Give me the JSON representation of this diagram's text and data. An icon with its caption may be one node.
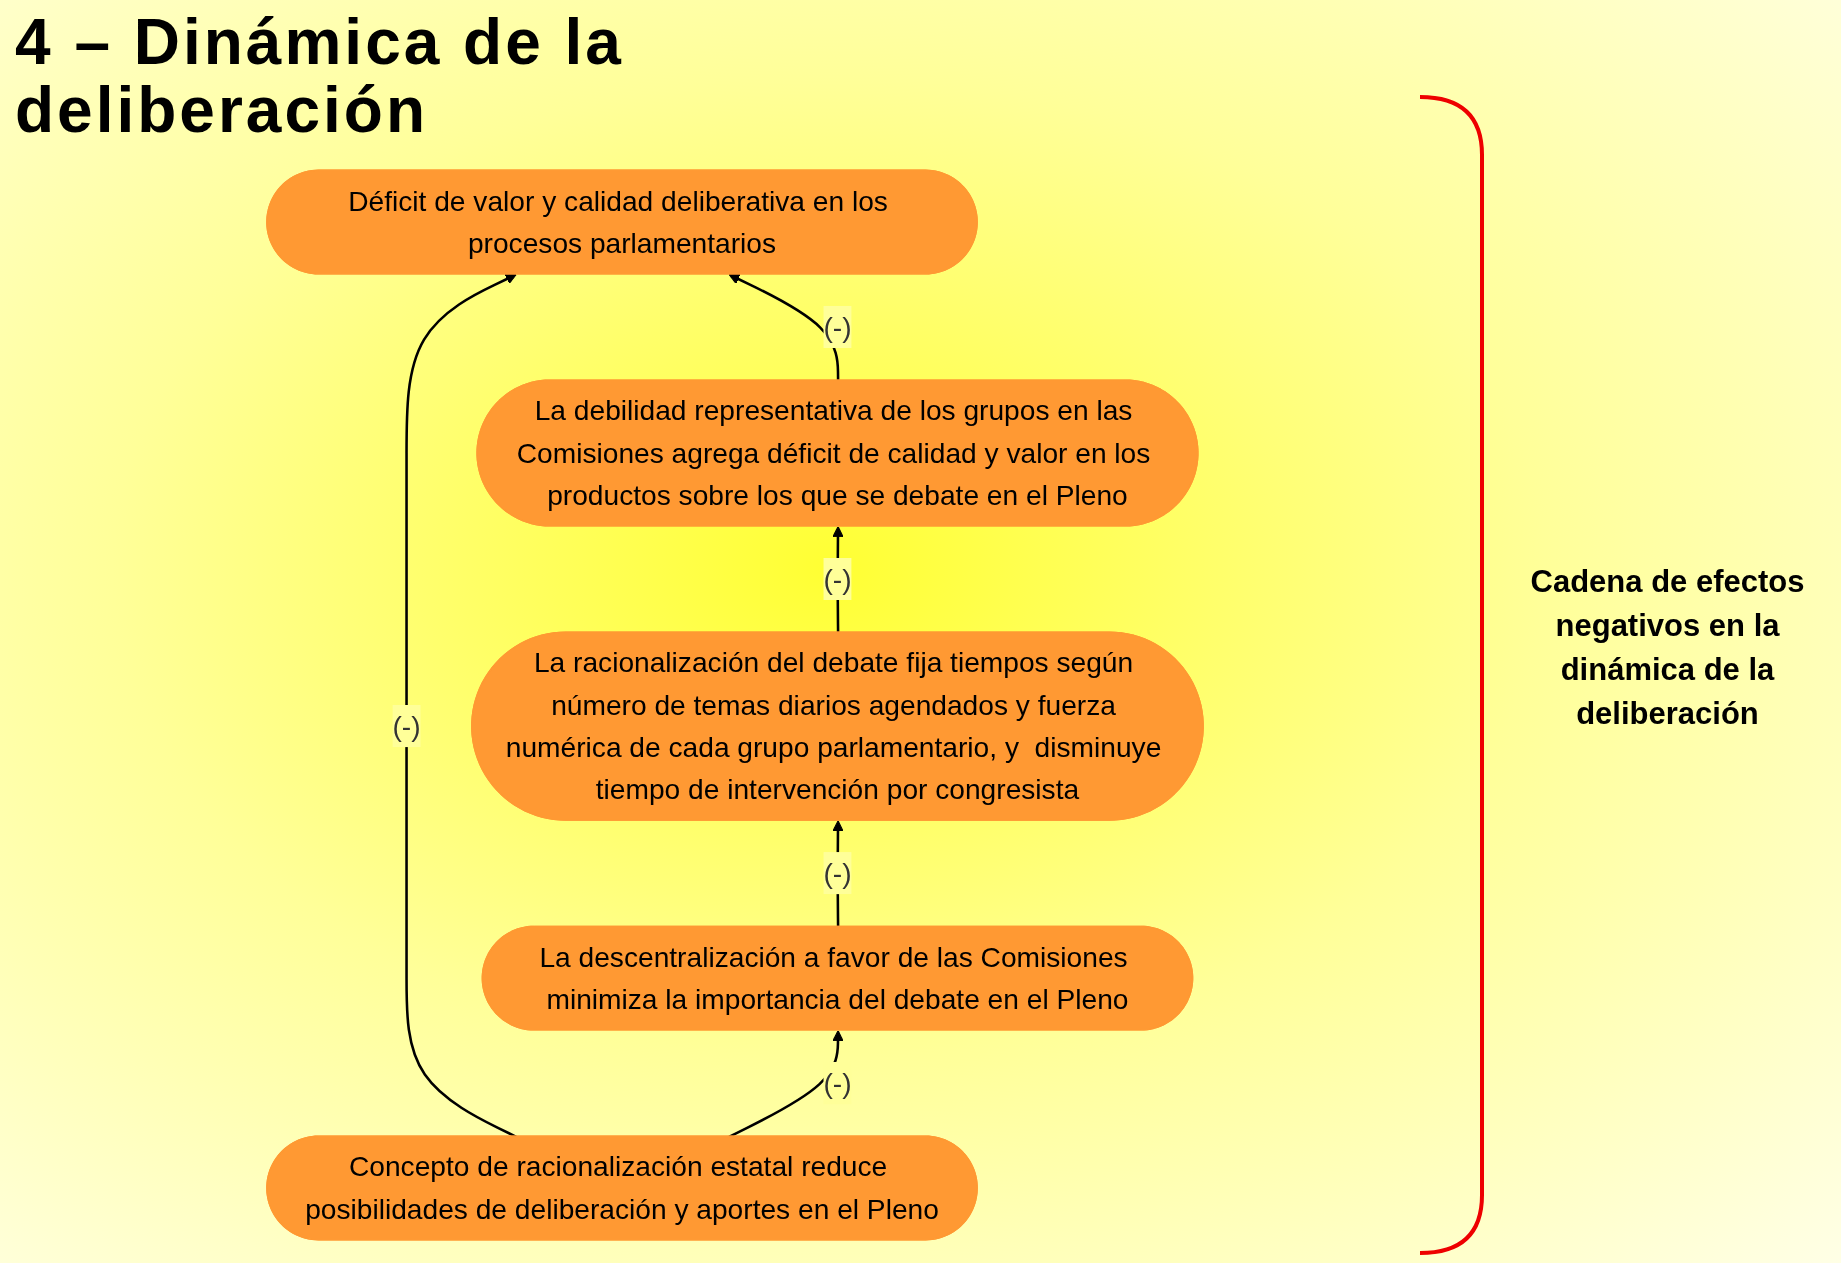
{
  "diagram": {
    "title": "4 – Dinámica de la deliberación",
    "nodes": [
      {
        "text": [
          "Déficit de valor y calidad deliberativa en los procesos parlamentarios"
        ]
      },
      {
        "text": [
          "La debilidad representativa de los grupos en las Comisiones agrega déficit de calidad y valor en los productos sobre los que se debate en el Pleno"
        ]
      },
      {
        "text": [
          "La racionalización del debate fija tiempos según número de temas diarios agendados y fuerza numérica de cada grupo parlamentario, y  disminuye tiempo de intervención por congresista"
        ]
      },
      {
        "text": [
          "La descentralización a favor de las Comisiones minimiza la importancia del debate en el Pleno"
        ]
      },
      {
        "text": [
          "Concepto de racionalización estatal reduce posibilidades de deliberación y aportes en el Pleno"
        ]
      }
    ],
    "edges": [
      {
        "from": 4,
        "to": 0,
        "arrow": "to",
        "label": "(-)"
      },
      {
        "from": 1,
        "to": 0,
        "arrow": "to",
        "label": "(-)"
      },
      {
        "from": 2,
        "to": 1,
        "arrow": "to",
        "label": "(-)"
      },
      {
        "from": 3,
        "to": 2,
        "arrow": "to",
        "label": "(-)"
      },
      {
        "from": 4,
        "to": 3,
        "arrow": "to",
        "label": "(-)"
      }
    ],
    "labels": [
      "Cadena de efectos negativos en la dinámica de la deliberación"
    ]
  }
}
